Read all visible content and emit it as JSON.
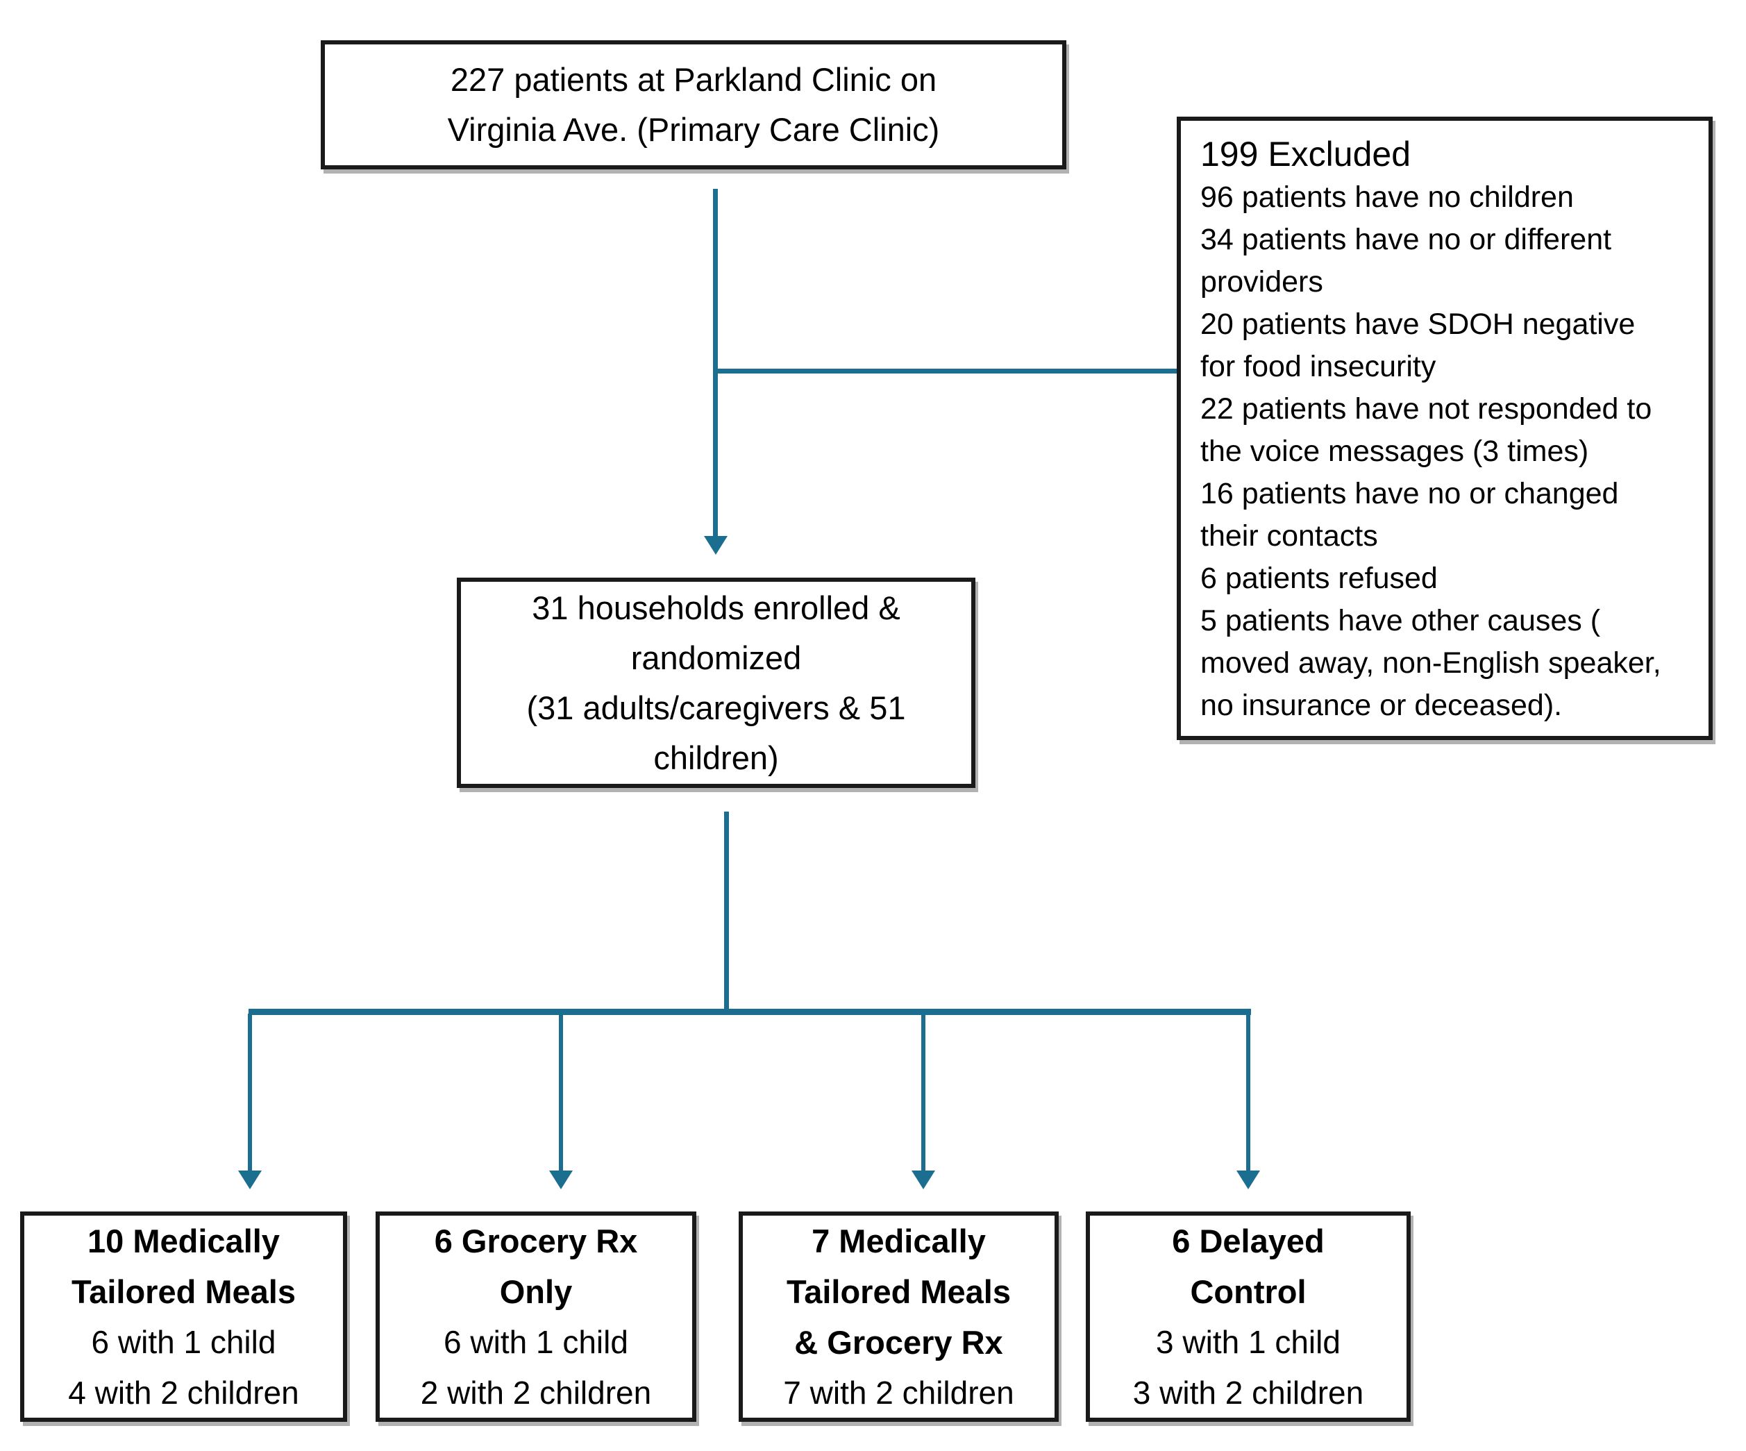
{
  "flow": {
    "source_box": {
      "lines": [
        "227 patients at Parkland Clinic on",
        "Virginia Ave. (Primary Care Clinic)"
      ]
    },
    "excluded_box": {
      "heading": "199 Excluded",
      "reason_lines": [
        "96 patients have no children",
        "34 patients have no or different",
        "providers",
        "20 patients have SDOH negative",
        "for food insecurity",
        "22 patients have not responded to",
        "the voice messages (3 times)",
        "16 patients have no or changed",
        "their contacts",
        "6 patients refused",
        "5 patients have other causes (",
        "moved away, non-English speaker,",
        "no insurance or deceased)."
      ]
    },
    "enrolled_box": {
      "lines": [
        "31 households enrolled &",
        "randomized",
        "(31 adults/caregivers & 51",
        "children)"
      ]
    },
    "arms": [
      {
        "title_lines": [
          "10 Medically",
          "Tailored Meals"
        ],
        "detail_lines": [
          "6 with 1 child",
          "4 with 2 children"
        ]
      },
      {
        "title_lines": [
          "6 Grocery Rx",
          "Only"
        ],
        "detail_lines": [
          "6 with 1 child",
          "2 with 2 children"
        ]
      },
      {
        "title_lines": [
          "7 Medically",
          "Tailored Meals",
          "& Grocery Rx"
        ],
        "detail_lines": [
          "7 with 2 children"
        ]
      },
      {
        "title_lines": [
          "6 Delayed",
          "Control"
        ],
        "detail_lines": [
          "3 with 1 child",
          "3 with 2 children"
        ]
      }
    ],
    "colors": {
      "connector": "#1B6E8F",
      "box_border": "#1A1A1A",
      "text": "#000000",
      "background": "#FFFFFF"
    }
  }
}
